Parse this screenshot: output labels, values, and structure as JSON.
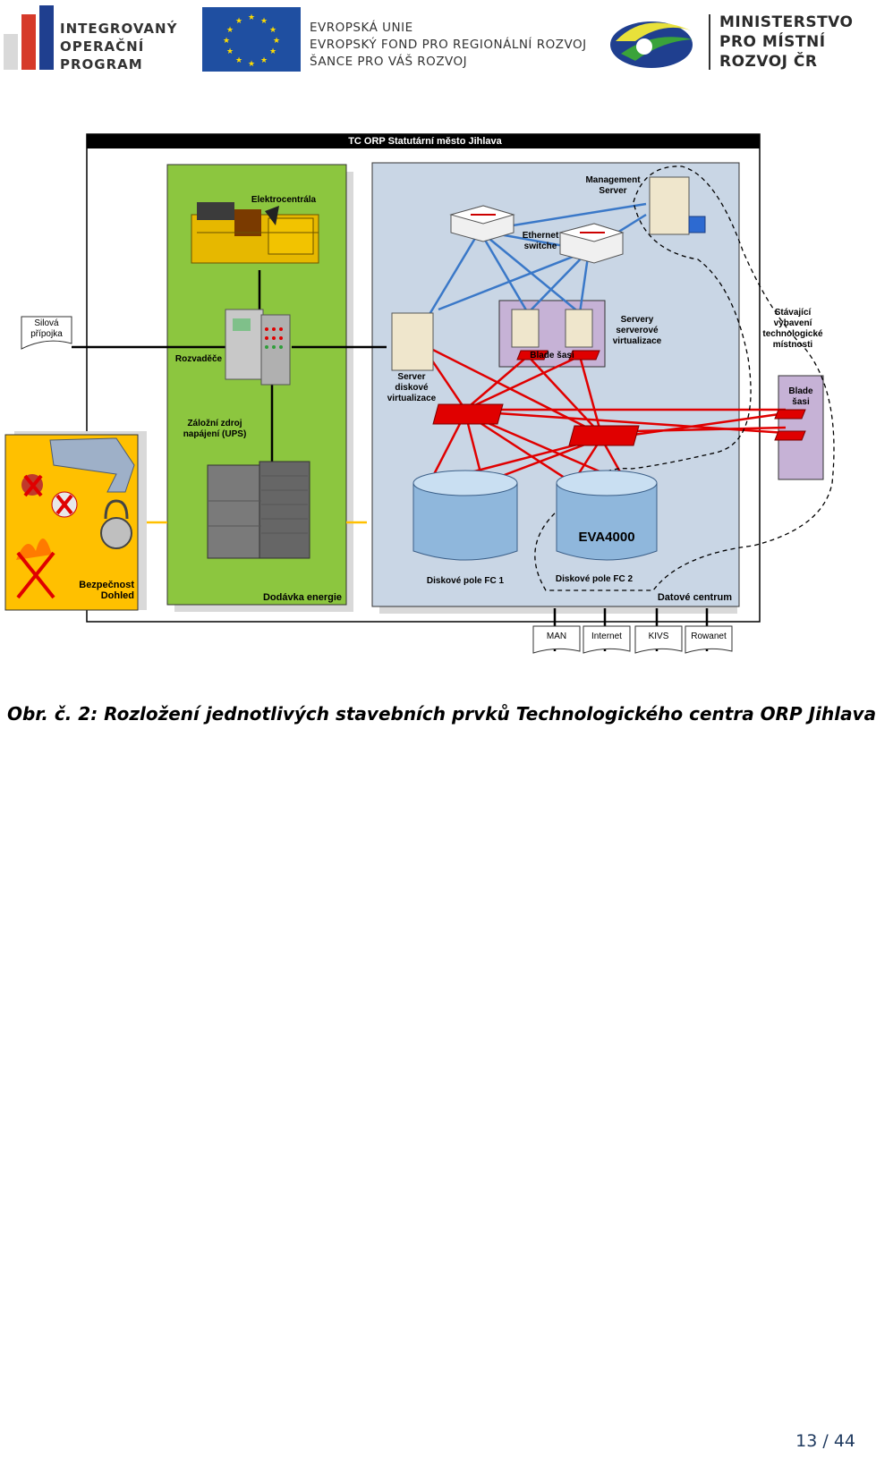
{
  "header": {
    "iop_logo_text": [
      "INTEGROVANÝ",
      "OPERAČNÍ",
      "PROGRAM"
    ],
    "eu_text": [
      "EVROPSKÁ UNIE",
      "EVROPSKÝ FOND PRO REGIONÁLNÍ ROZVOJ",
      "ŠANCE PRO VÁŠ ROZVOJ"
    ],
    "mmr_text": [
      "MINISTERSTVO",
      "PRO MÍSTNÍ",
      "ROZVOJ ČR"
    ]
  },
  "diagram": {
    "title": "TC ORP Statutární město Jihlava",
    "labels": {
      "elektrocentrala": "Elektrocentrála",
      "rozvadece": "Rozvaděče",
      "ups": [
        "Záložní zdroj",
        "napájení (UPS)"
      ],
      "dodavka": "Dodávka energie",
      "silova": [
        "Silová",
        "přípojka"
      ],
      "bezpecnost": [
        "Bezpečnost",
        "Dohled"
      ],
      "mgmt_server": [
        "Management",
        "Server"
      ],
      "eth_switch": [
        "Ethernet",
        "switche"
      ],
      "servery_virt": [
        "Servery",
        "serverové",
        "virtualizace"
      ],
      "blade_sasi": "Blade šasi",
      "server_disk": [
        "Server",
        "diskové",
        "virtualizace"
      ],
      "stavajici": [
        "Stávající",
        "vybavení",
        "technologické",
        "místnosti"
      ],
      "blade_right": [
        "Blade",
        "šasi"
      ],
      "eva": "EVA4000",
      "pole1": "Diskové pole FC 1",
      "pole2": "Diskové pole FC 2",
      "datove": "Datové centrum"
    },
    "outlets": [
      "MAN",
      "Internet",
      "KIVS",
      "Rowanet"
    ]
  },
  "caption": "Obr. č. 2: Rozložení jednotlivých stavebních prvků Technologického centra ORP Jihlava",
  "page_number": "13 / 44",
  "colors": {
    "green_zone": "#8cc63f",
    "blue_zone": "#c9d6e5",
    "yellow_zone": "#ffc000",
    "red_link": "#e00000",
    "blue_link": "#3a78c8"
  }
}
